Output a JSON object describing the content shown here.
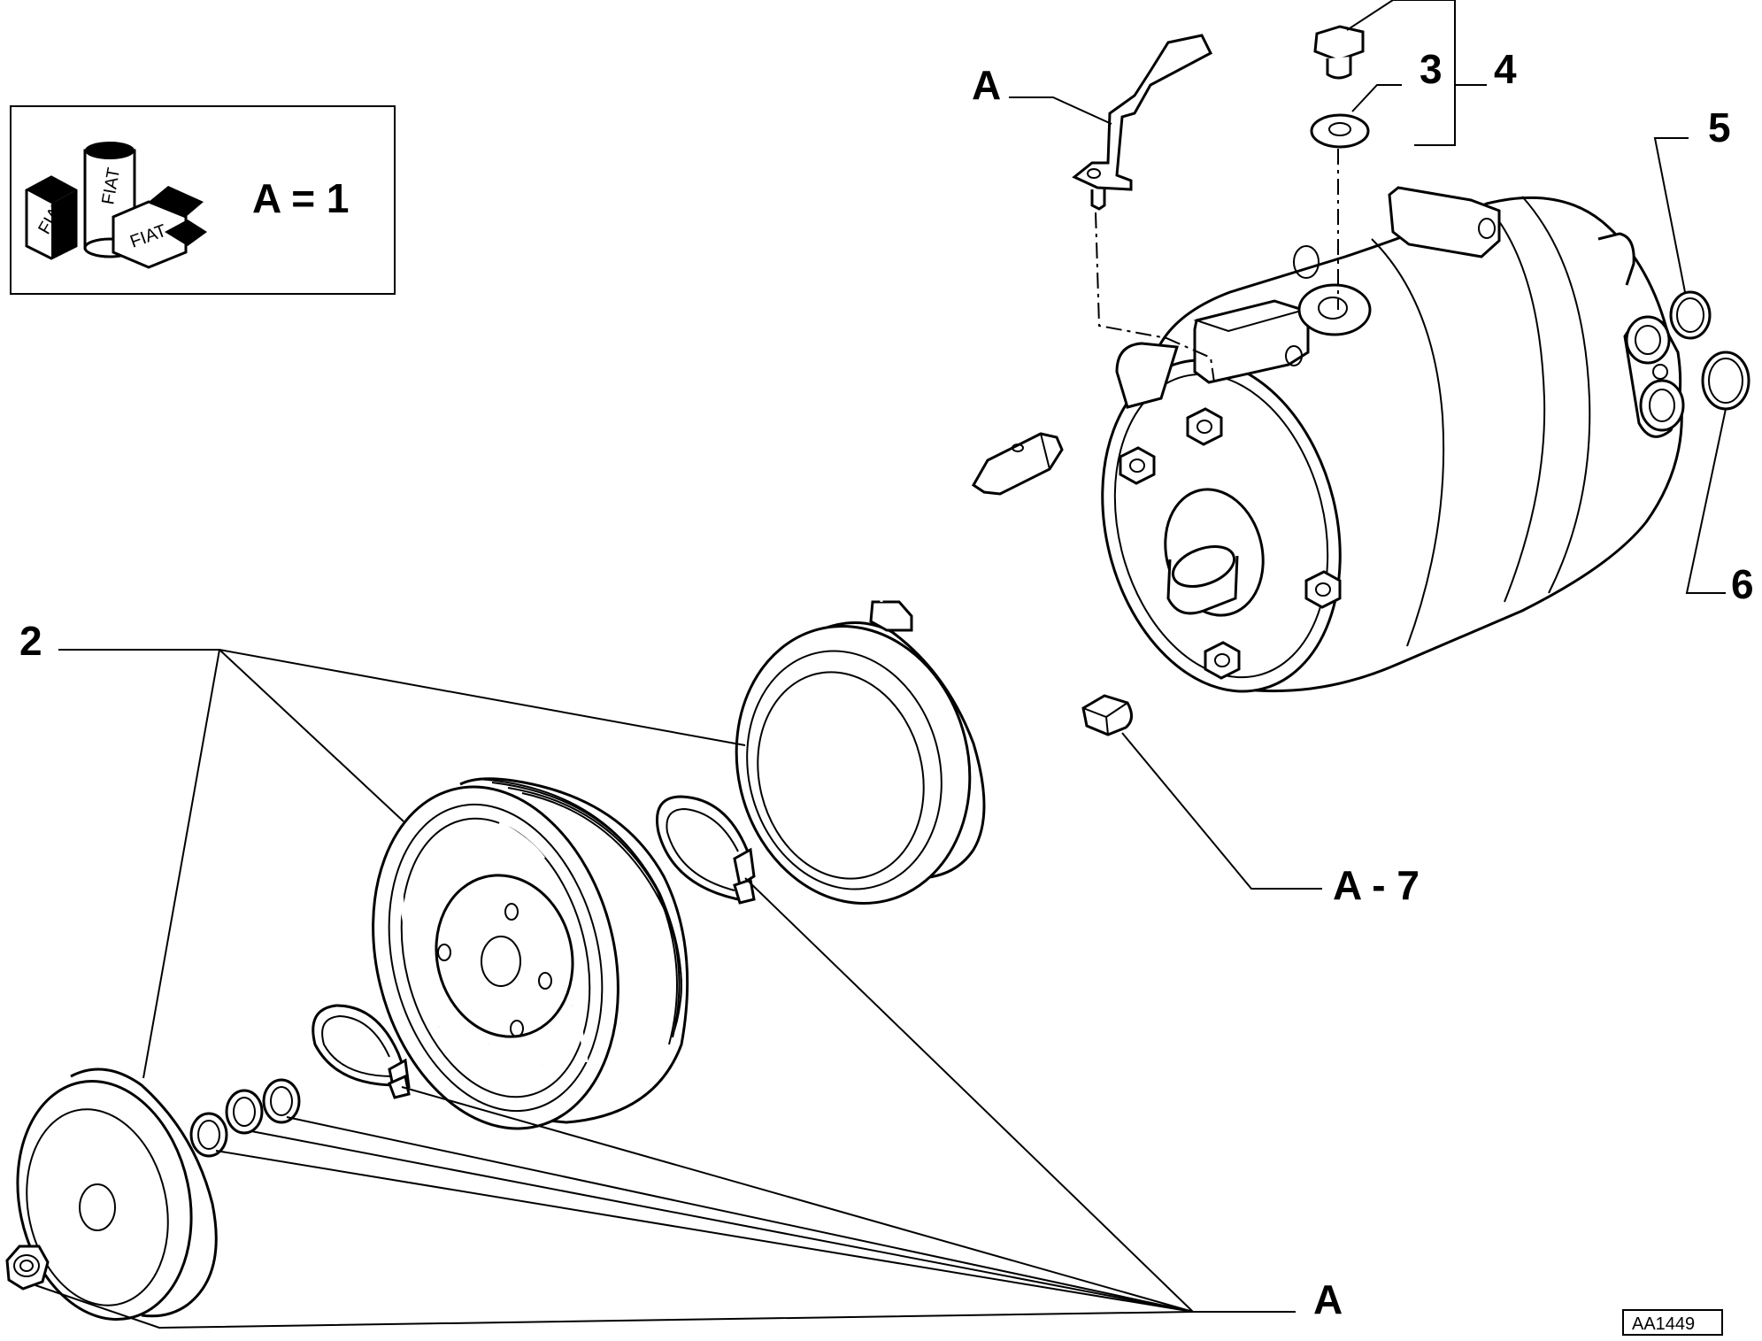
{
  "legend": {
    "formula": "A = 1",
    "logo_text": "FIAT"
  },
  "callouts": {
    "c2": "2",
    "c3": "3",
    "c4": "4",
    "c5": "5",
    "c6": "6",
    "c_a_top": "A",
    "c_a7": "A - 7",
    "c_a_bottom": "A"
  },
  "reference_code": "AA1449",
  "icons": [
    "fiat-parts-logo-icon"
  ]
}
